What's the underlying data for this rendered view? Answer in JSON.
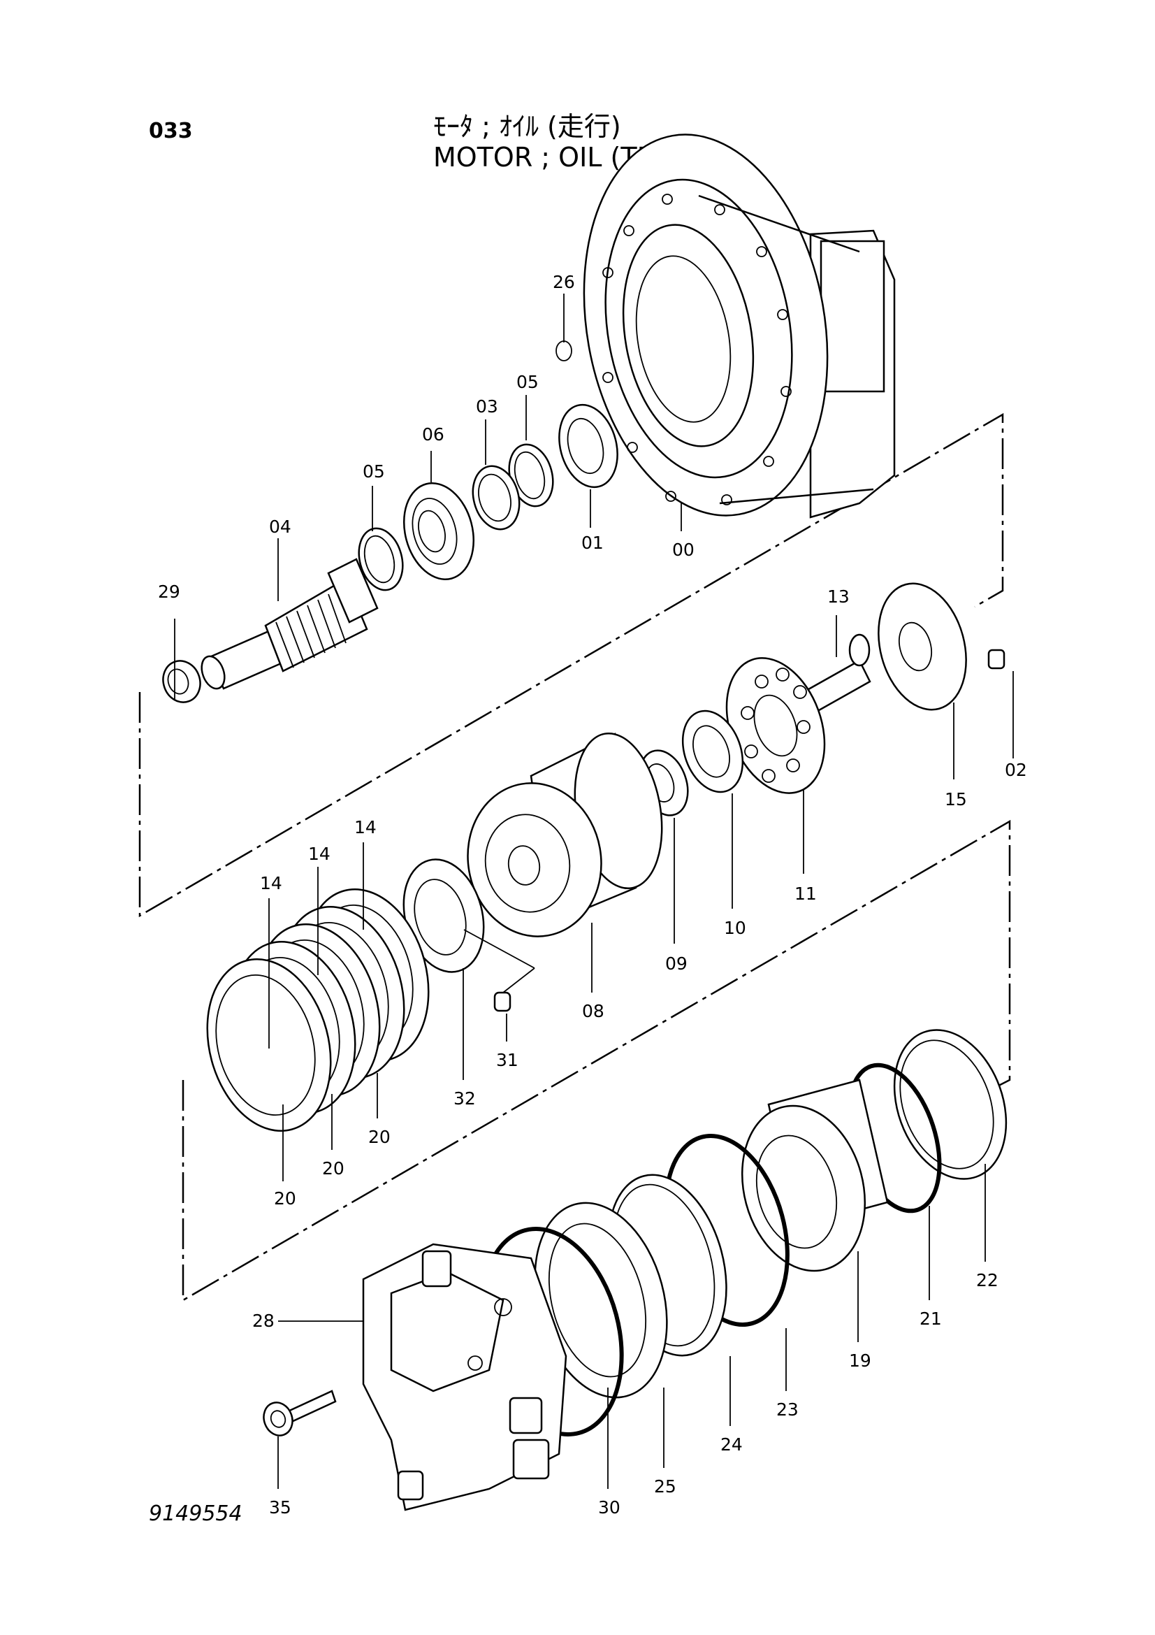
{
  "header": {
    "page_no": "033",
    "title_jp": "ﾓｰﾀ ; ｵｲﾙ (走行)",
    "title_en": "MOTOR ; OIL (TRAVEL)"
  },
  "footer": {
    "doc_no": "9149554"
  },
  "callouts": {
    "p00": "00",
    "p01": "01",
    "p02": "02",
    "p03": "03",
    "p04": "04",
    "p05a": "05",
    "p05b": "05",
    "p06": "06",
    "p08": "08",
    "p09": "09",
    "p10": "10",
    "p11": "11",
    "p13": "13",
    "p14a": "14",
    "p14b": "14",
    "p14c": "14",
    "p15": "15",
    "p19": "19",
    "p20a": "20",
    "p20b": "20",
    "p20c": "20",
    "p21": "21",
    "p22": "22",
    "p23": "23",
    "p24": "24",
    "p25": "25",
    "p26": "26",
    "p28": "28",
    "p29": "29",
    "p30": "30",
    "p31": "31",
    "p32": "32",
    "p35": "35"
  }
}
